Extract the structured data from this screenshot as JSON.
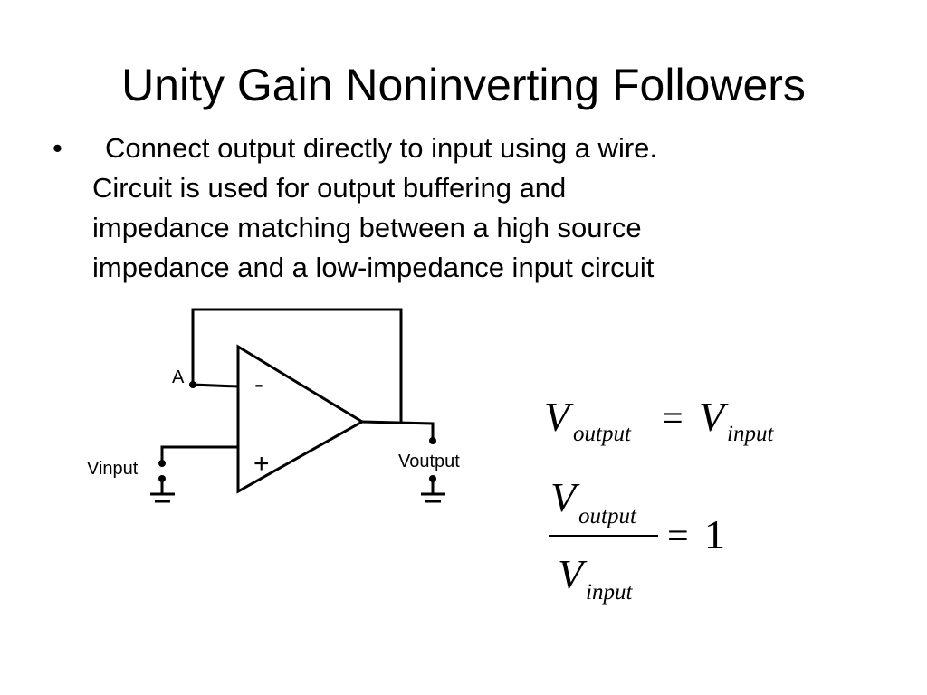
{
  "slide": {
    "title": "Unity Gain Noninverting Followers",
    "bullet_marker": "•",
    "bullet_lines": [
      "Connect output directly to input using a wire.",
      "Circuit is used for output buffering and",
      "impedance matching between a high source",
      "impedance and a low-impedance input circuit"
    ]
  },
  "circuit": {
    "node_a_label": "A",
    "input_label": "Vinput",
    "output_label": "Voutput",
    "inverting_sign": "-",
    "noninverting_sign": "+"
  },
  "equations": {
    "eq1": {
      "left_var": "V",
      "left_sub": "output",
      "equals": "=",
      "right_var": "V",
      "right_sub": "input"
    },
    "eq2": {
      "num_var": "V",
      "num_sub": "output",
      "den_var": "V",
      "den_sub": "input",
      "equals": "=",
      "rhs": "1"
    }
  }
}
